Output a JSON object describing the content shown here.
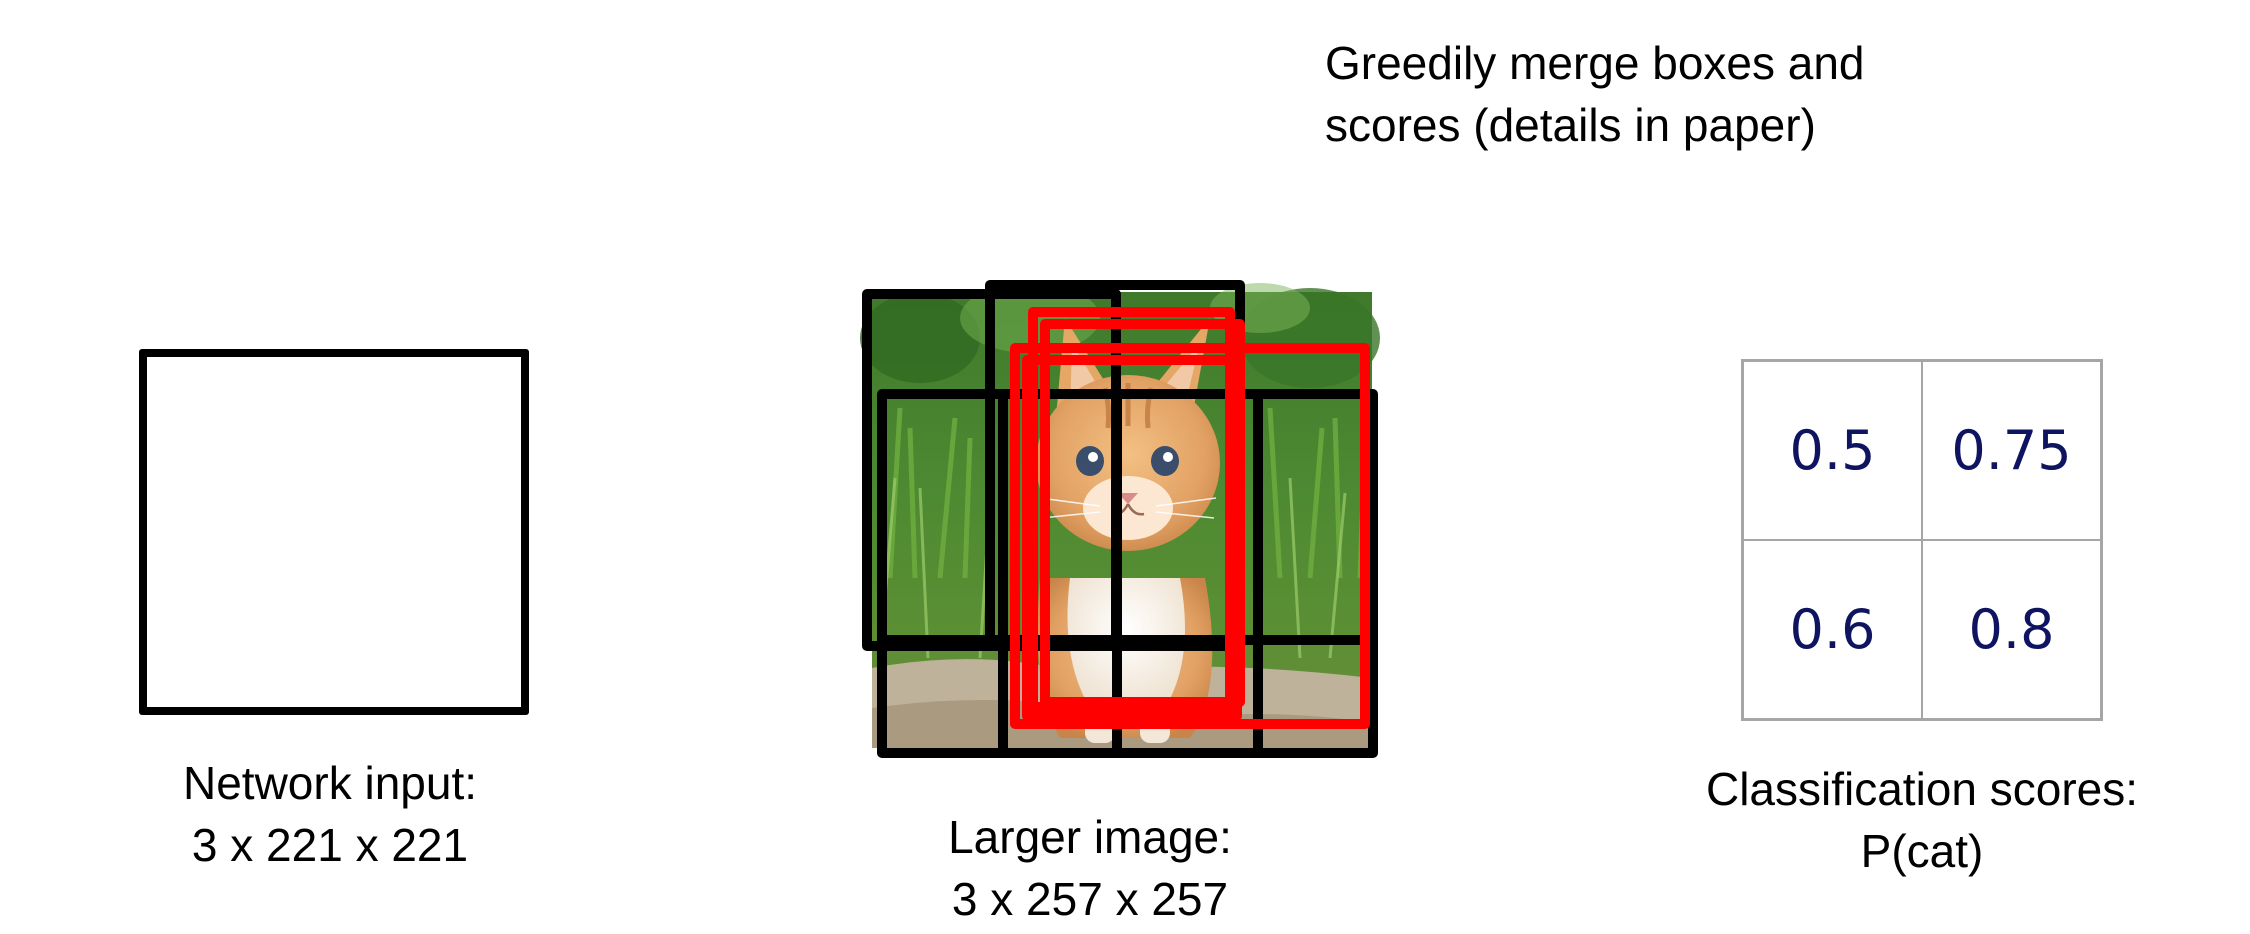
{
  "header_note": {
    "line1": "Greedily merge boxes and",
    "line2": "scores (details in paper)"
  },
  "network_input": {
    "label_line1": "Network input:",
    "label_line2": "3 x 221 x 221"
  },
  "larger_image": {
    "label_line1": "Larger image:",
    "label_line2": "3 x 257 x 257"
  },
  "classification": {
    "label_line1": "Classification scores:",
    "label_line2": "P(cat)",
    "scores": [
      "0.5",
      "0.75",
      "0.6",
      "0.8"
    ]
  },
  "colors": {
    "box_black": "#000000",
    "box_red": "#ff0000",
    "score_text": "#0f1461",
    "grid_line": "#a6a6a6"
  }
}
